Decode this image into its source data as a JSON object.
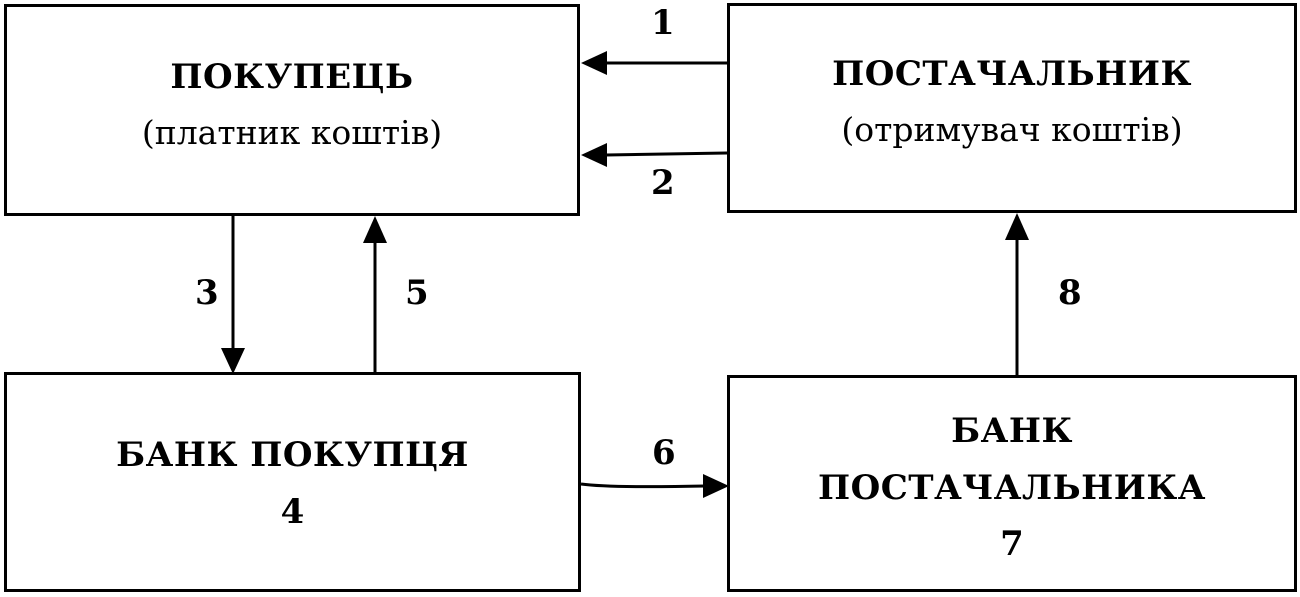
{
  "nodes": {
    "buyer": {
      "title": "ПОКУПЕЦЬ",
      "subtitle": "(платник коштів)"
    },
    "supplier": {
      "title": "ПОСТАЧАЛЬНИК",
      "subtitle": "(отримувач коштів)"
    },
    "buyer_bank": {
      "title": "БАНК ПОКУПЦЯ",
      "number": "4"
    },
    "supplier_bank": {
      "title_line1": "БАНК",
      "title_line2": "ПОСТАЧАЛЬНИКА",
      "number": "7"
    }
  },
  "arrows": {
    "a1": {
      "label": "1",
      "from": "supplier",
      "to": "buyer"
    },
    "a2": {
      "label": "2",
      "from": "supplier",
      "to": "buyer"
    },
    "a3": {
      "label": "3",
      "from": "buyer",
      "to": "buyer_bank"
    },
    "a5": {
      "label": "5",
      "from": "buyer_bank",
      "to": "buyer"
    },
    "a6": {
      "label": "6",
      "from": "buyer_bank",
      "to": "supplier_bank"
    },
    "a8": {
      "label": "8",
      "from": "supplier_bank",
      "to": "supplier"
    }
  },
  "colors": {
    "line": "#000000",
    "background": "#ffffff"
  }
}
